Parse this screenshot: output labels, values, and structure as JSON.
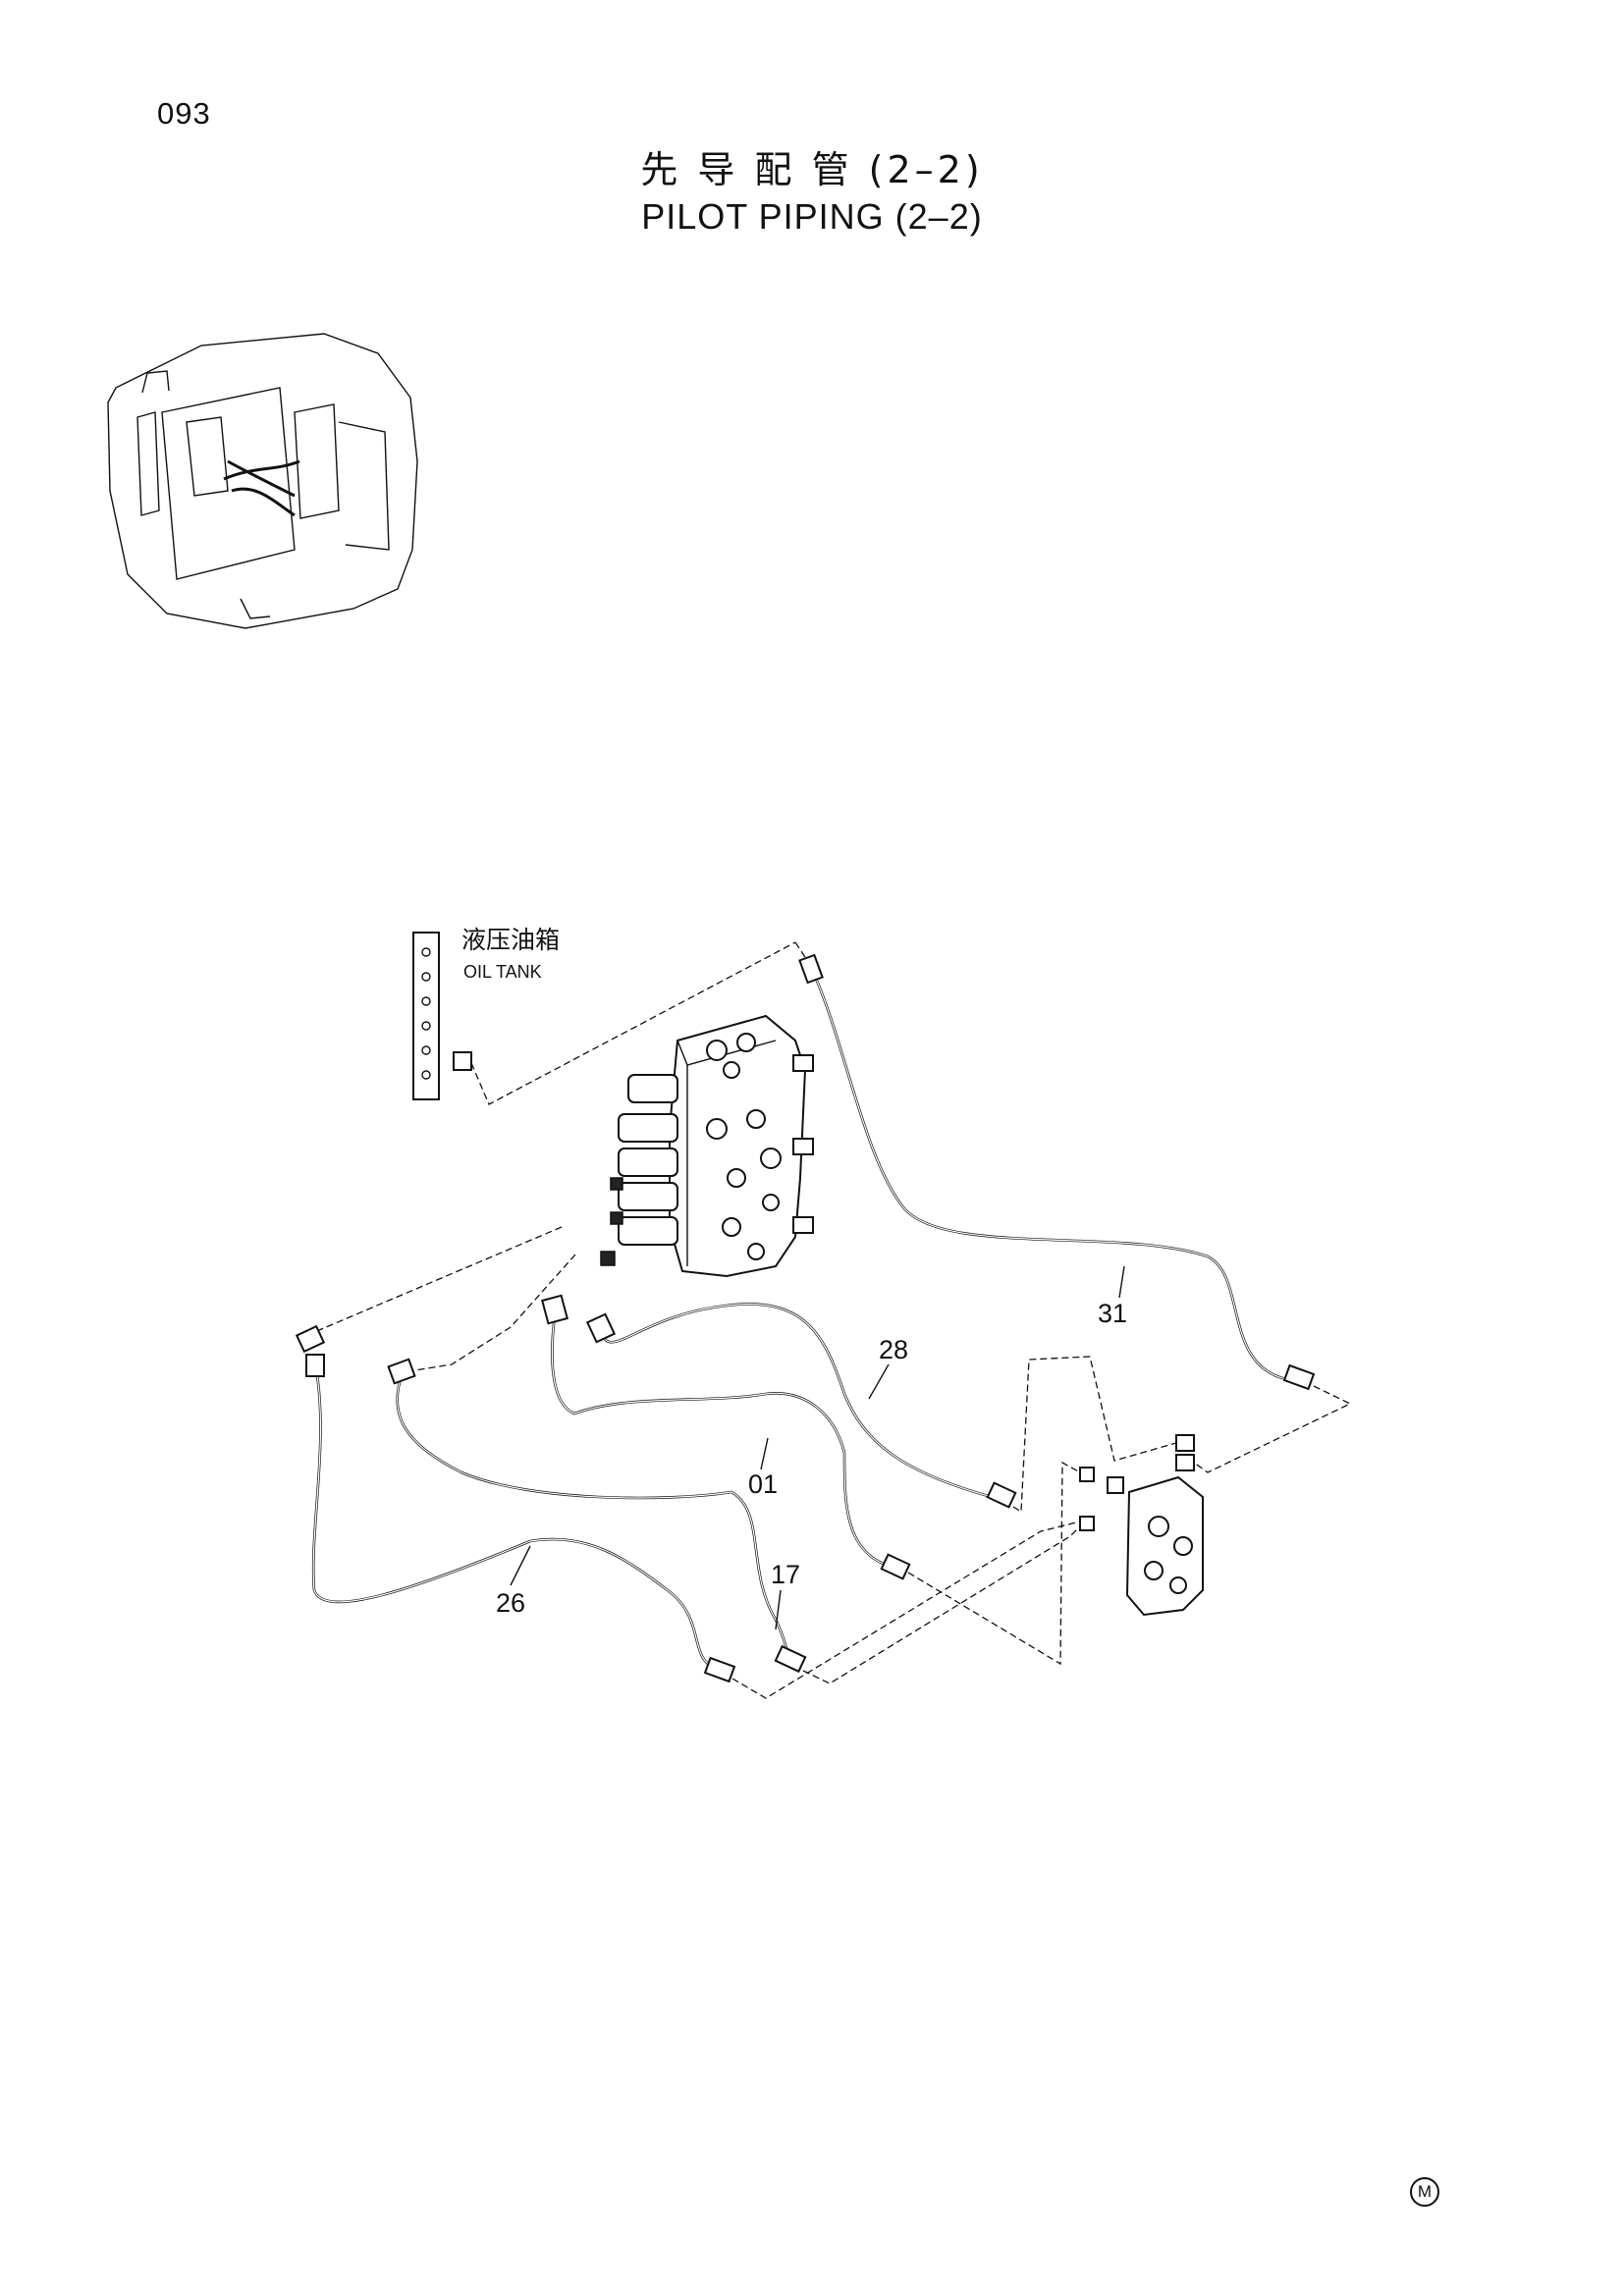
{
  "page": {
    "number": "093",
    "title_cn": "先 导 配 管 (2–2)",
    "title_en": "PILOT PIPING (2–2)",
    "corner_mark": "M"
  },
  "labels": {
    "oil_tank_cn": "液压油箱",
    "oil_tank_en": "OIL TANK"
  },
  "callouts": {
    "c31": "31",
    "c28": "28",
    "c01": "01",
    "c17": "17",
    "c26": "26"
  }
}
